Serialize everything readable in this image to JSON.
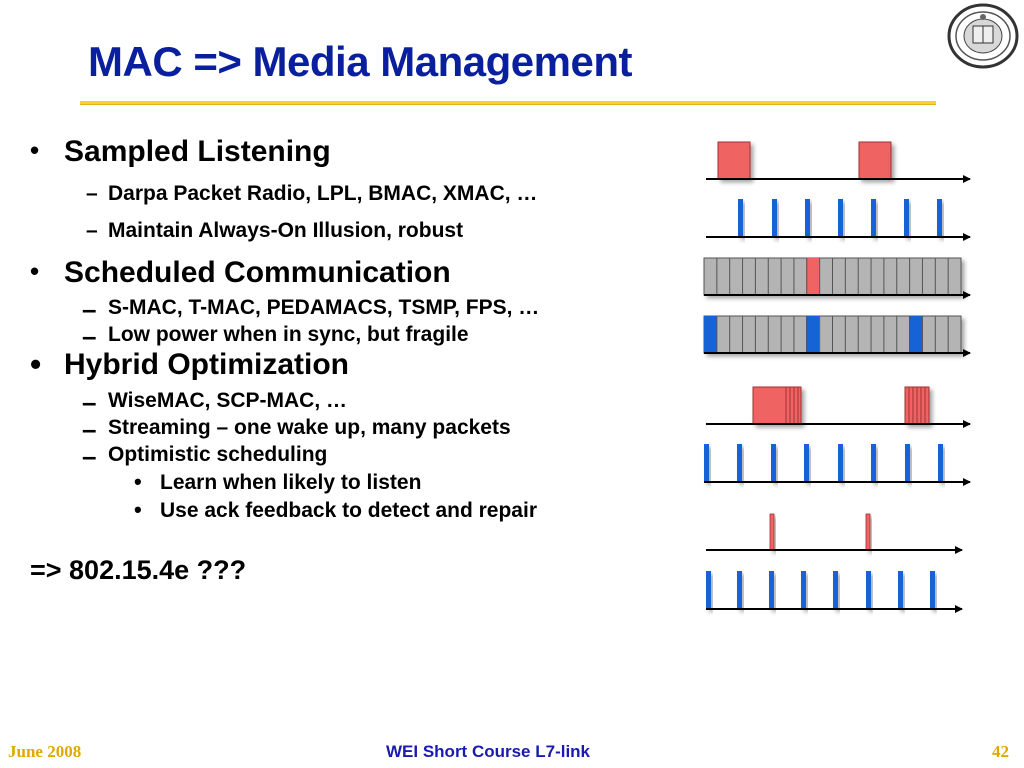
{
  "slide": {
    "title": "MAC => Media Management",
    "bullets": [
      {
        "text": "Sampled Listening",
        "subs": [
          "Darpa Packet Radio, LPL, BMAC, XMAC, …",
          "Maintain Always-On Illusion, robust"
        ]
      },
      {
        "text": "Scheduled Communication",
        "subs": [
          "S-MAC, T-MAC, PEDAMACS, TSMP, FPS, …",
          "Low power when in sync, but fragile"
        ]
      },
      {
        "text": "Hybrid Optimization",
        "subs": [
          "WiseMAC, SCP-MAC, …",
          "Streaming – one wake up, many packets",
          "Optimistic scheduling"
        ],
        "subsubs": [
          "Learn when likely to listen",
          "Use ack feedback to detect and repair"
        ]
      }
    ],
    "conclusion": "=> 802.15.4e ???"
  },
  "footer": {
    "date": "June 2008",
    "course": "WEI Short Course L7-link",
    "page": "42"
  },
  "colors": {
    "title": "#0a1f9e",
    "rule": "#f5d03c",
    "footer_accent": "#e0a800",
    "footer_course": "#1a1ab0",
    "packet_red": "#f06464",
    "listen_blue": "#1464d8",
    "slot_gray": "#b4b4b4"
  }
}
